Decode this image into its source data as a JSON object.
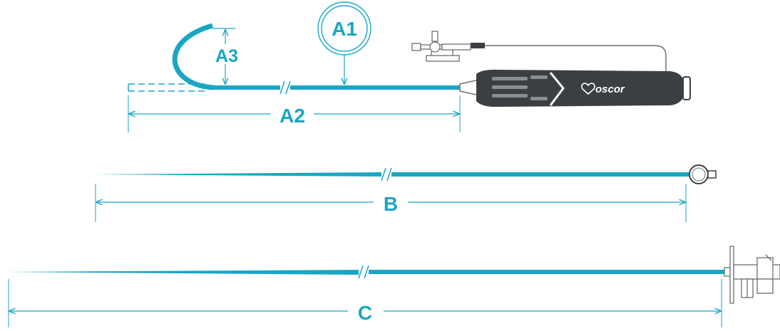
{
  "colors": {
    "accent": "#1aa6c4",
    "handle_dark": "#3b3f44",
    "handle_mid": "#55595e",
    "outline": "#6b6f73",
    "white": "#ffffff"
  },
  "labels": {
    "a1": "A1",
    "a2": "A2",
    "a3": "A3",
    "b": "B",
    "c": "C",
    "brand": "oscor"
  },
  "icons": {
    "logo": "heart-logo-icon",
    "stopcock": "stopcock-valve-icon",
    "hemostasis_valve": "hemostasis-valve-icon",
    "luer_hub": "luer-hub-icon"
  }
}
